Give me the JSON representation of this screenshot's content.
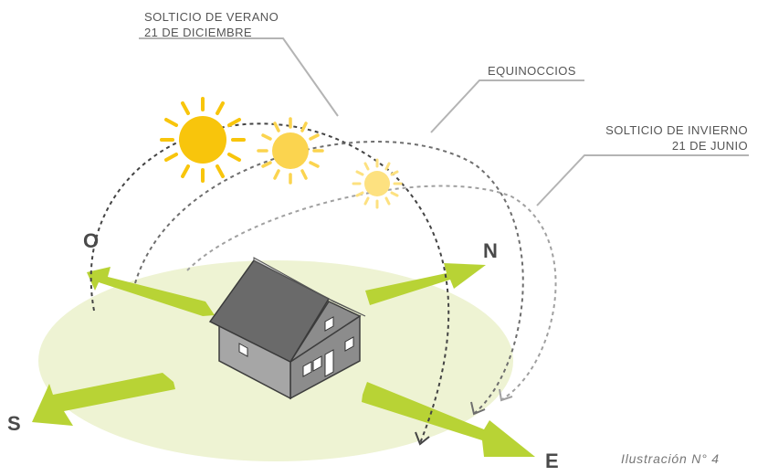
{
  "labels": {
    "summer_solstice": {
      "line1": "SOLTICIO DE VERANO",
      "line2": "21 DE DICIEMBRE"
    },
    "equinoxes": "EQUINOCCIOS",
    "winter_solstice": {
      "line1": "SOLTICIO DE INVIERNO",
      "line2": "21 DE JUNIO"
    }
  },
  "directions": {
    "west": "O",
    "north": "N",
    "south": "S",
    "east": "E"
  },
  "caption": "Ilustración N° 4",
  "colors": {
    "ground": "#eef3d3",
    "arrow": "#b8d335",
    "sun_large": "#f8c50c",
    "sun_medium": "#fbd44f",
    "sun_small": "#fde180",
    "roof": "#6a6a6a",
    "wall_front": "#8c8c8c",
    "wall_side": "#a6a6a6",
    "path_summer": "#444444",
    "path_equinox": "#6e6e6e",
    "path_winter": "#a0a0a0",
    "leader": "#b4b4b4"
  },
  "icons": [
    "sun-icon",
    "house-icon",
    "compass-arrow-icon"
  ]
}
